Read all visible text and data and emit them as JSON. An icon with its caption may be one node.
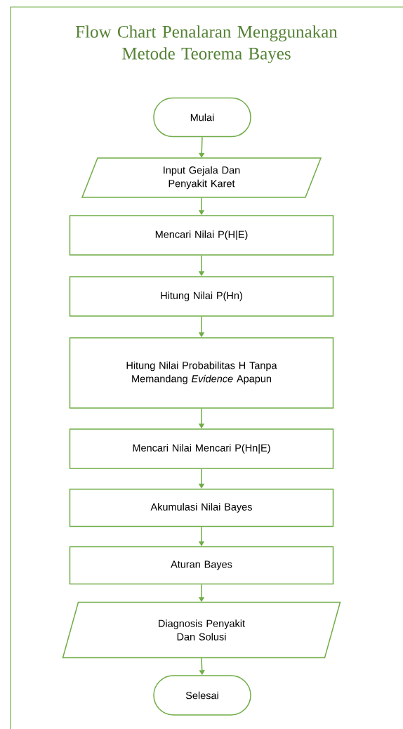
{
  "diagram": {
    "title": "Flow Chart Penalaran Menggunakan Metode Teorema Bayes",
    "nodes": [
      {
        "text": [
          "Mulai"
        ]
      },
      {
        "text": [
          "Input Gejala Dan Penyakit Karet"
        ]
      },
      {
        "text": [
          "Mencari Nilai P(H|E)"
        ]
      },
      {
        "text": [
          "Hitung Nilai P(Hn)"
        ]
      },
      {
        "text": [
          "Hitung Nilai Probabilitas H Tanpa Memandang *Evidence* Apapun"
        ]
      },
      {
        "text": [
          "Mencari Nilai Mencari P(Hn|E)"
        ]
      },
      {
        "text": [
          "Akumulasi Nilai Bayes"
        ]
      },
      {
        "text": [
          "Aturan Bayes"
        ]
      },
      {
        "text": [
          "Diagnosis Penyakit Dan Solusi"
        ]
      },
      {
        "text": [
          "Selesai"
        ]
      }
    ],
    "edges": [
      {
        "from": 0,
        "to": 1,
        "arrow": "to"
      },
      {
        "from": 1,
        "to": 2,
        "arrow": "to"
      },
      {
        "from": 2,
        "to": 3,
        "arrow": "to"
      },
      {
        "from": 3,
        "to": 4,
        "arrow": "to"
      },
      {
        "from": 4,
        "to": 5,
        "arrow": "to"
      },
      {
        "from": 5,
        "to": 6,
        "arrow": "to"
      },
      {
        "from": 6,
        "to": 7,
        "arrow": "to"
      },
      {
        "from": 7,
        "to": 8,
        "arrow": "to"
      },
      {
        "from": 8,
        "to": 9,
        "arrow": "to"
      }
    ]
  }
}
